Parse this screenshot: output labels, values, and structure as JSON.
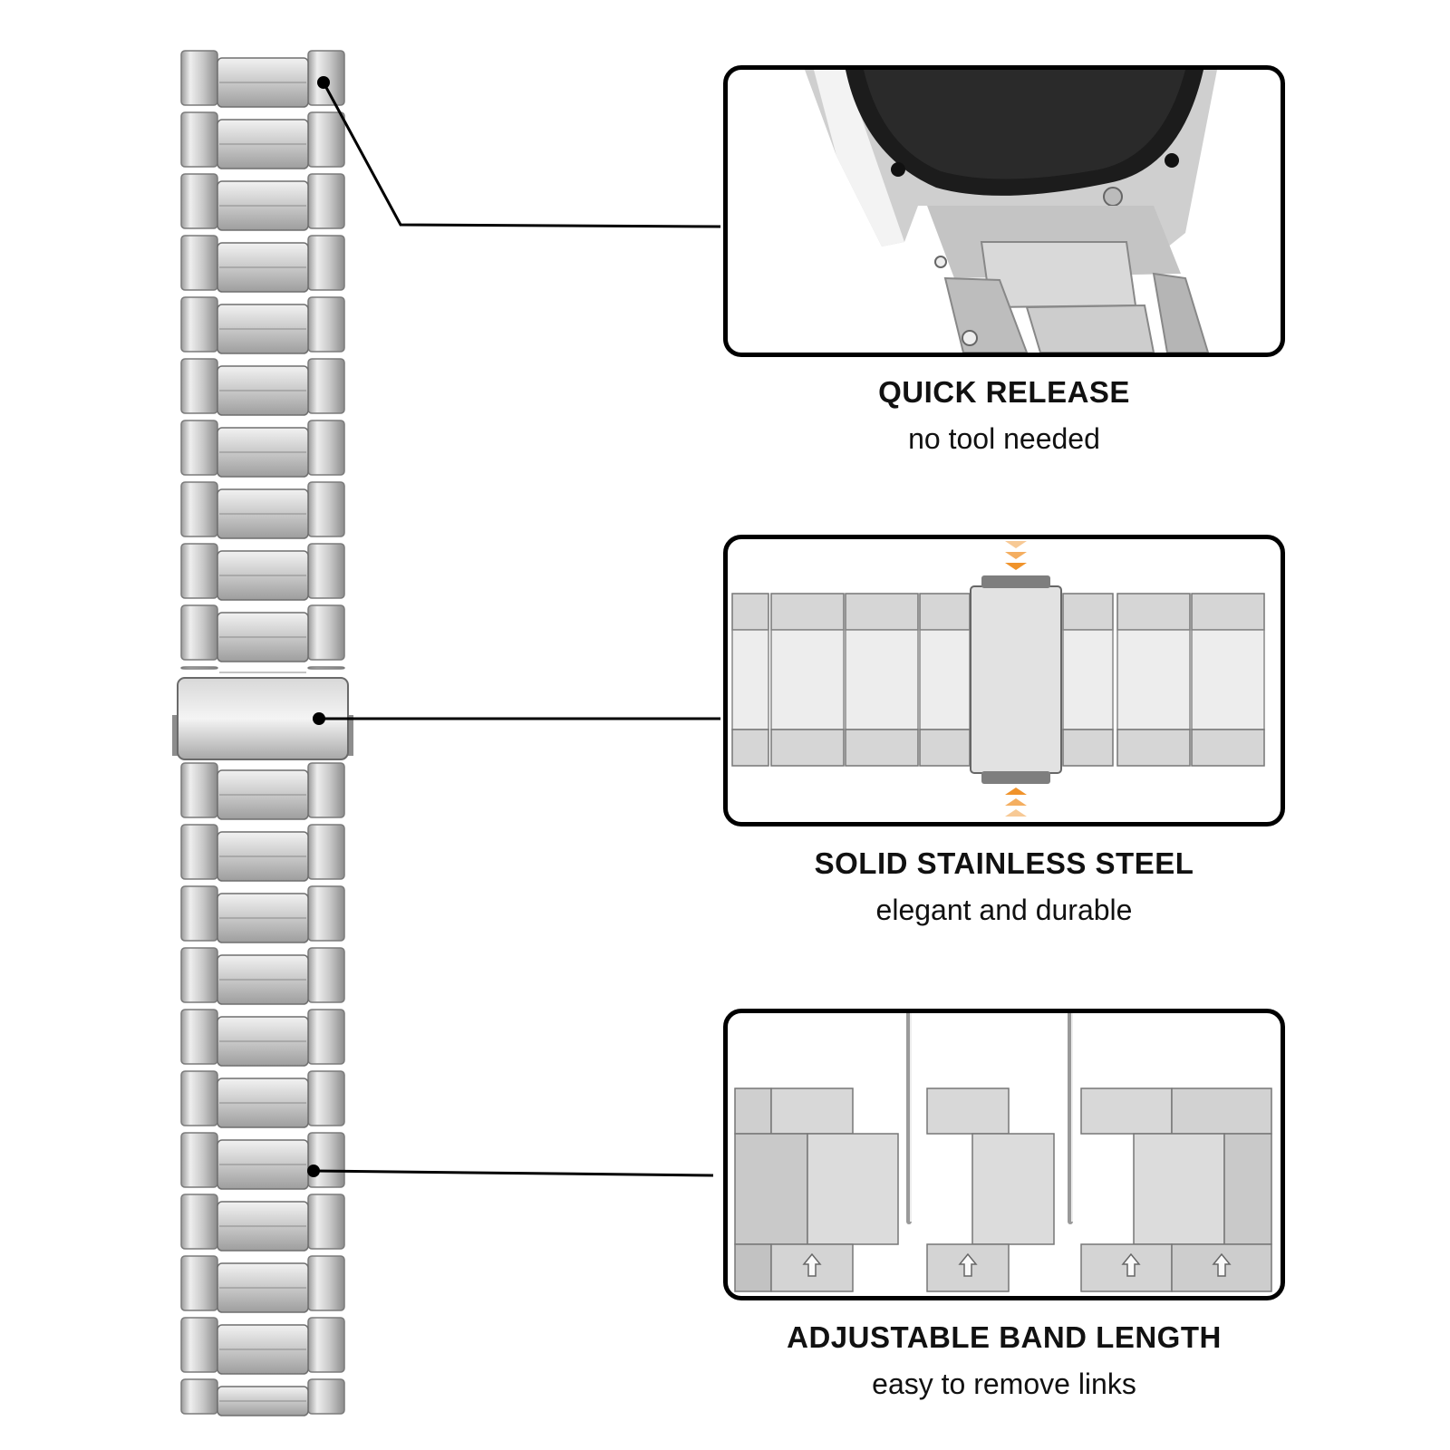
{
  "features": [
    {
      "title": "QUICK RELEASE",
      "subtitle": "no tool needed"
    },
    {
      "title": "SOLID STAINLESS STEEL",
      "subtitle": "elegant and durable"
    },
    {
      "title": "ADJUSTABLE BAND LENGTH",
      "subtitle": "easy to remove links"
    }
  ],
  "colors": {
    "steel_light": "#e6e6e6",
    "steel_mid": "#b8b8b8",
    "steel_dark": "#7a7a7a",
    "accent_arrow": "#f0932b",
    "outline": "#000000"
  },
  "icons": [
    "watch-band-image",
    "quick-release-photo",
    "stainless-steel-photo",
    "adjustable-links-photo",
    "arrow-icon"
  ]
}
